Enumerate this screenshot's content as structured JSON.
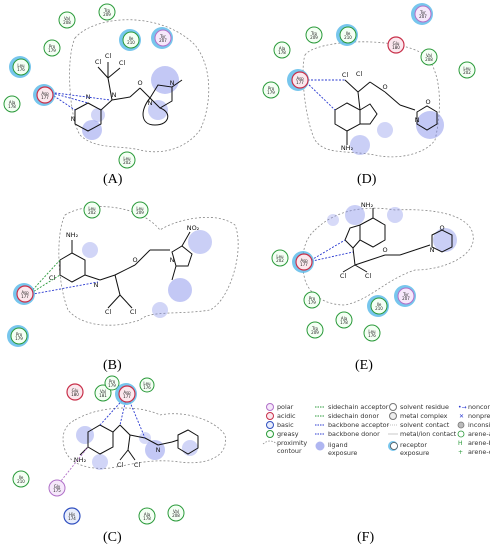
{
  "panels": {
    "A": {
      "label": "(A)",
      "residues": [
        {
          "name": "Trp",
          "num": "209",
          "type": "greasy"
        },
        {
          "name": "Val",
          "num": "208",
          "type": "greasy"
        },
        {
          "name": "Ile",
          "num": "210",
          "type": "greasy"
        },
        {
          "name": "Tyr",
          "num": "207",
          "type": "polar"
        },
        {
          "name": "Leu",
          "num": "176",
          "type": "greasy"
        },
        {
          "name": "Pro",
          "num": "179",
          "type": "greasy"
        },
        {
          "name": "Asp",
          "num": "177",
          "type": "acidic"
        },
        {
          "name": "Ala",
          "num": "178",
          "type": "greasy"
        },
        {
          "name": "Leu",
          "num": "202",
          "type": "greasy"
        }
      ]
    },
    "B": {
      "label": "(B)",
      "residues": [
        {
          "name": "Leu",
          "num": "202",
          "type": "greasy"
        },
        {
          "name": "Leu",
          "num": "209",
          "type": "greasy"
        },
        {
          "name": "Asp",
          "num": "177",
          "type": "acidic"
        },
        {
          "name": "Pro",
          "num": "179",
          "type": "greasy"
        }
      ]
    },
    "C": {
      "label": "(C)",
      "residues": [
        {
          "name": "Glu",
          "num": "180",
          "type": "acidic"
        },
        {
          "name": "Val",
          "num": "181",
          "type": "greasy"
        },
        {
          "name": "Pro",
          "num": "179",
          "type": "greasy"
        },
        {
          "name": "Leu",
          "num": "176",
          "type": "greasy"
        },
        {
          "name": "Asp",
          "num": "177",
          "type": "acidic"
        },
        {
          "name": "Ile",
          "num": "210",
          "type": "greasy"
        },
        {
          "name": "Gly",
          "num": "175",
          "type": "polar"
        },
        {
          "name": "His",
          "num": "174",
          "type": "basic"
        },
        {
          "name": "Ala",
          "num": "178",
          "type": "greasy"
        },
        {
          "name": "Val",
          "num": "208",
          "type": "greasy"
        }
      ]
    },
    "D": {
      "label": "(D)",
      "residues": [
        {
          "name": "Tyr",
          "num": "207",
          "type": "polar"
        },
        {
          "name": "Trp",
          "num": "209",
          "type": "greasy"
        },
        {
          "name": "Ile",
          "num": "210",
          "type": "greasy"
        },
        {
          "name": "Glu",
          "num": "180",
          "type": "acidic"
        },
        {
          "name": "Ala",
          "num": "178",
          "type": "greasy"
        },
        {
          "name": "Val",
          "num": "208",
          "type": "greasy"
        },
        {
          "name": "Asp",
          "num": "177",
          "type": "acidic"
        },
        {
          "name": "Leu",
          "num": "202",
          "type": "greasy"
        },
        {
          "name": "Pro",
          "num": "179",
          "type": "greasy"
        }
      ]
    },
    "E": {
      "label": "(E)",
      "residues": [
        {
          "name": "Leu",
          "num": "202",
          "type": "greasy"
        },
        {
          "name": "Asp",
          "num": "177",
          "type": "acidic"
        },
        {
          "name": "Pro",
          "num": "179",
          "type": "greasy"
        },
        {
          "name": "Ile",
          "num": "210",
          "type": "greasy"
        },
        {
          "name": "Tyr",
          "num": "207",
          "type": "polar"
        },
        {
          "name": "Ala",
          "num": "178",
          "type": "greasy"
        },
        {
          "name": "Trp",
          "num": "209",
          "type": "greasy"
        },
        {
          "name": "Leu",
          "num": "176",
          "type": "greasy"
        }
      ]
    },
    "F": {
      "label": "(F)",
      "legend": {
        "col1": [
          "polar",
          "acidic",
          "basic",
          "greasy",
          "proximity",
          "contour"
        ],
        "col2": [
          "sidechain acceptor",
          "sidechain donor",
          "backbone acceptor",
          "backbone donor",
          "ligand",
          "exposure"
        ],
        "col3": [
          "solvent residue",
          "metal complex",
          "solvent contact",
          "metal/ion contact",
          "receptor",
          "exposure"
        ],
        "col4": [
          "nonconserved",
          "nonpresent",
          "inconsistent",
          "arene-arene",
          "arene-H",
          "arene-cation"
        ]
      }
    }
  },
  "colors": {
    "greasy": "#2a9a3a",
    "polar": "#b070c8",
    "acidic": "#c8304a",
    "basic": "#3050c0",
    "exposure": "#7a86e8",
    "contour": "#888888",
    "hbond": "#2838d0"
  }
}
